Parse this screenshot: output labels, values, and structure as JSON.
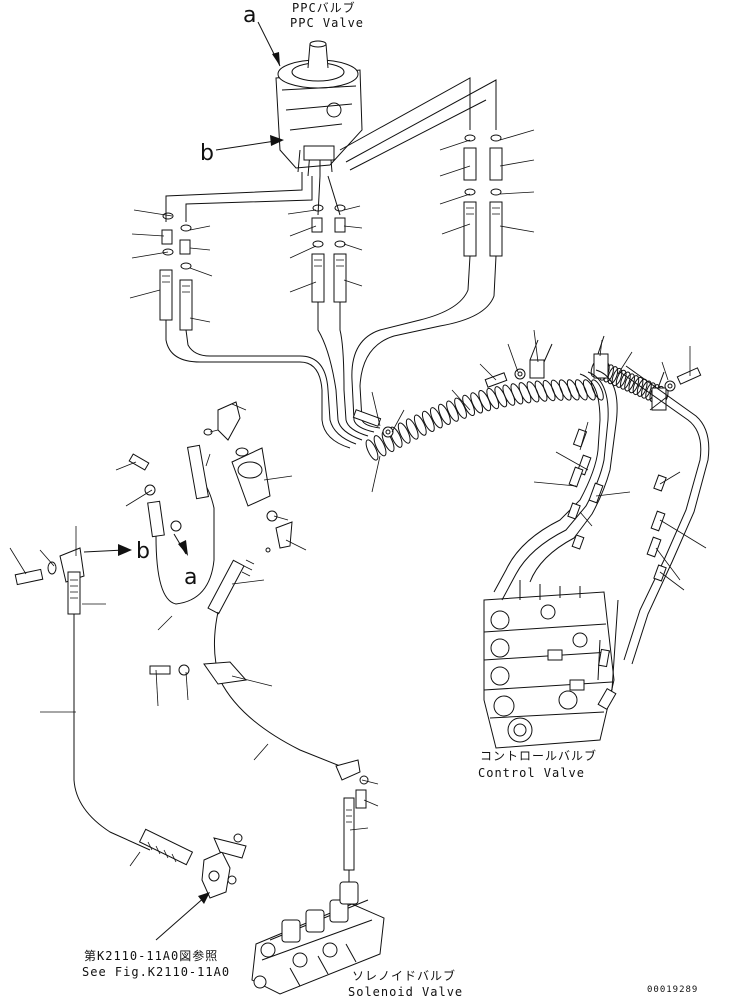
{
  "labels": {
    "ppc_jp": "PPCバルブ",
    "ppc_en": "PPC Valve",
    "control_jp": "コントロールバルブ",
    "control_en": "Control Valve",
    "ref_jp": "第K2110-11A0図参照",
    "ref_en": "See Fig.K2110-11A0",
    "solenoid_jp": "ソレノイドバルブ",
    "solenoid_en": "Solenoid Valve",
    "marker_a": "a",
    "marker_b": "b",
    "drawing_code": "00019289"
  }
}
